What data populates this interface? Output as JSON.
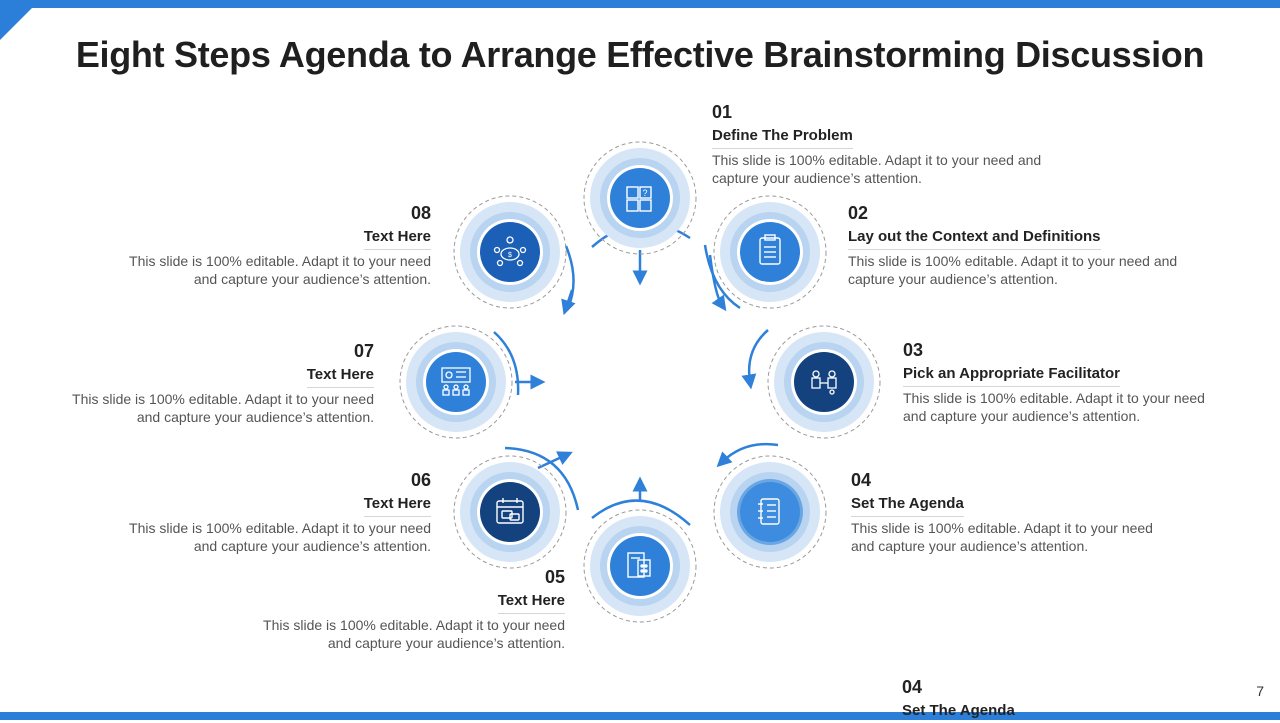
{
  "slide": {
    "title": "Eight Steps Agenda to Arrange Effective Brainstorming Discussion",
    "page_number": "7"
  },
  "colors": {
    "accent": "#2b7fd9",
    "ring_light": "#d6e6f7",
    "ring_mid": "#b9d4f0",
    "circle_blue": "#2f80d8",
    "circle_dark": "#13427e",
    "circle_pale": "#6aa6e4"
  },
  "steps": [
    {
      "number": "01",
      "heading": "Define The Problem",
      "desc_line1": "This slide is 100% editable. Adapt it to your need and",
      "desc_line2": "capture your audience’s attention.",
      "icon": "puzzle-question-icon"
    },
    {
      "number": "02",
      "heading": "Lay out the Context and Definitions",
      "desc_line1": "This slide is 100% editable. Adapt it to your need and",
      "desc_line2": "capture your audience’s attention.",
      "icon": "clipboard-icon"
    },
    {
      "number": "03",
      "heading": "Pick an Appropriate Facilitator",
      "desc_line1": "This slide is 100% editable. Adapt it to your need",
      "desc_line2": "and capture your audience’s attention.",
      "icon": "team-hierarchy-icon"
    },
    {
      "number": "04",
      "heading": "Set The Agenda",
      "desc_line1": "This slide is 100% editable. Adapt it to your need",
      "desc_line2": "and capture your audience’s attention.",
      "icon": "agenda-notebook-icon"
    },
    {
      "number": "05",
      "heading": "Text Here",
      "desc_line1": "This slide is 100% editable. Adapt it to your need",
      "desc_line2": "and capture your audience’s attention.",
      "icon": "document-calculator-icon"
    },
    {
      "number": "06",
      "heading": "Text Here",
      "desc_line1": "This slide is 100% editable. Adapt it to your need",
      "desc_line2": "and capture your audience’s attention.",
      "icon": "calendar-chat-icon"
    },
    {
      "number": "07",
      "heading": "Text Here",
      "desc_line1": "This slide is 100% editable. Adapt it to your need",
      "desc_line2": "and capture your audience’s attention.",
      "icon": "presentation-audience-icon"
    },
    {
      "number": "08",
      "heading": "Text Here",
      "desc_line1": "This slide is 100% editable. Adapt it to your need",
      "desc_line2": "and capture your audience’s attention.",
      "icon": "meeting-table-icon"
    }
  ],
  "overflow_step": {
    "number": "04",
    "heading": "Set The Agenda"
  }
}
